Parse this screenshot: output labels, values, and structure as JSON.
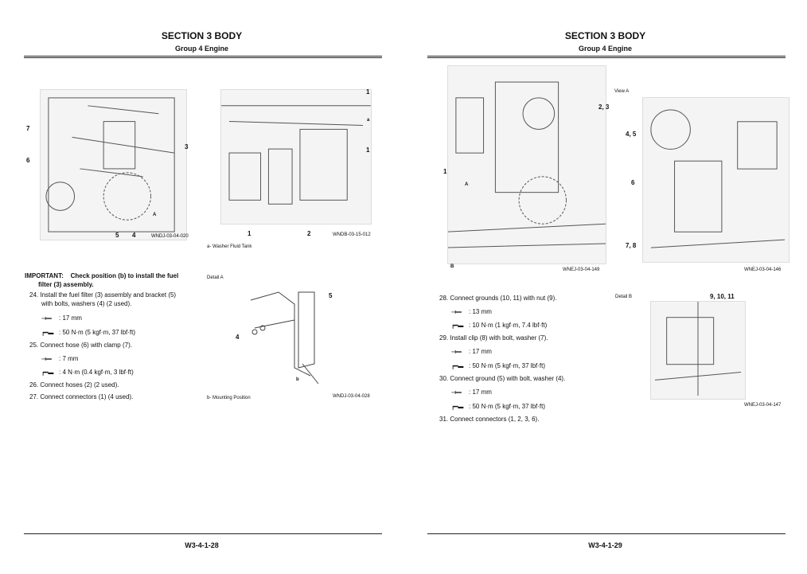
{
  "section": "SECTION 3 BODY",
  "group": "Group 4 Engine",
  "left": {
    "fig1": {
      "code": "WNDJ-03-04-020",
      "callouts": [
        "7",
        "6",
        "3",
        "A",
        "5",
        "4"
      ]
    },
    "fig2": {
      "code": "WNDB-03-15-012",
      "callouts": [
        "1",
        "a",
        "1",
        "1",
        "2"
      ],
      "legend": "a-    Washer Fluid Tank"
    },
    "fig3": {
      "title": "Detail A",
      "code": "WNDJ-03-04-028",
      "callouts": [
        "5",
        "4",
        "b"
      ],
      "legend": "b-    Mounting Position"
    },
    "important_label": "IMPORTANT:",
    "important_text": "Check position (b) to install the fuel",
    "important_text2": "filter (3) assembly.",
    "steps": [
      {
        "n": "24.",
        "l1": "Install the fuel filter (3) assembly and bracket (5)",
        "l2": "with bolts, washers (4) (2 used).",
        "wrench": ": 17 mm",
        "torque": ": 50 N·m (5 kgf·m, 37 lbf·ft)"
      },
      {
        "n": "25.",
        "l1": "Connect hose (6) with clamp (7).",
        "wrench": ": 7 mm",
        "torque": ": 4 N·m (0.4 kgf·m, 3 lbf·ft)"
      },
      {
        "n": "26.",
        "l1": "Connect hoses (2) (2 used)."
      },
      {
        "n": "27.",
        "l1": "Connect connectors (1) (4 used)."
      }
    ],
    "page_number": "W3-4-1-28"
  },
  "right": {
    "fig1": {
      "code": "WNEJ-03-04-149",
      "callouts": [
        "2, 3",
        "1",
        "A",
        "B"
      ]
    },
    "fig2": {
      "title": "View A",
      "code": "WNEJ-03-04-146",
      "callouts": [
        "4, 5",
        "6",
        "7, 8"
      ]
    },
    "fig3": {
      "title": "Detail B",
      "code": "WNEJ-03-04-147",
      "callouts": [
        "9, 10, 11"
      ]
    },
    "steps": [
      {
        "n": "28.",
        "l1": "Connect grounds (10, 11) with nut (9).",
        "wrench": ": 13 mm",
        "torque": ": 10 N·m (1 kgf·m, 7.4 lbf·ft)"
      },
      {
        "n": "29.",
        "l1": "Install clip (8) with bolt, washer (7).",
        "wrench": ": 17 mm",
        "torque": ": 50 N·m (5 kgf·m, 37 lbf·ft)"
      },
      {
        "n": "30.",
        "l1": "Connect ground (5) with bolt, washer (4).",
        "wrench": ": 17 mm",
        "torque": ": 50 N·m (5 kgf·m, 37 lbf·ft)"
      },
      {
        "n": "31.",
        "l1": "Connect connectors (1, 2, 3, 6)."
      }
    ],
    "page_number": "W3-4-1-29"
  }
}
